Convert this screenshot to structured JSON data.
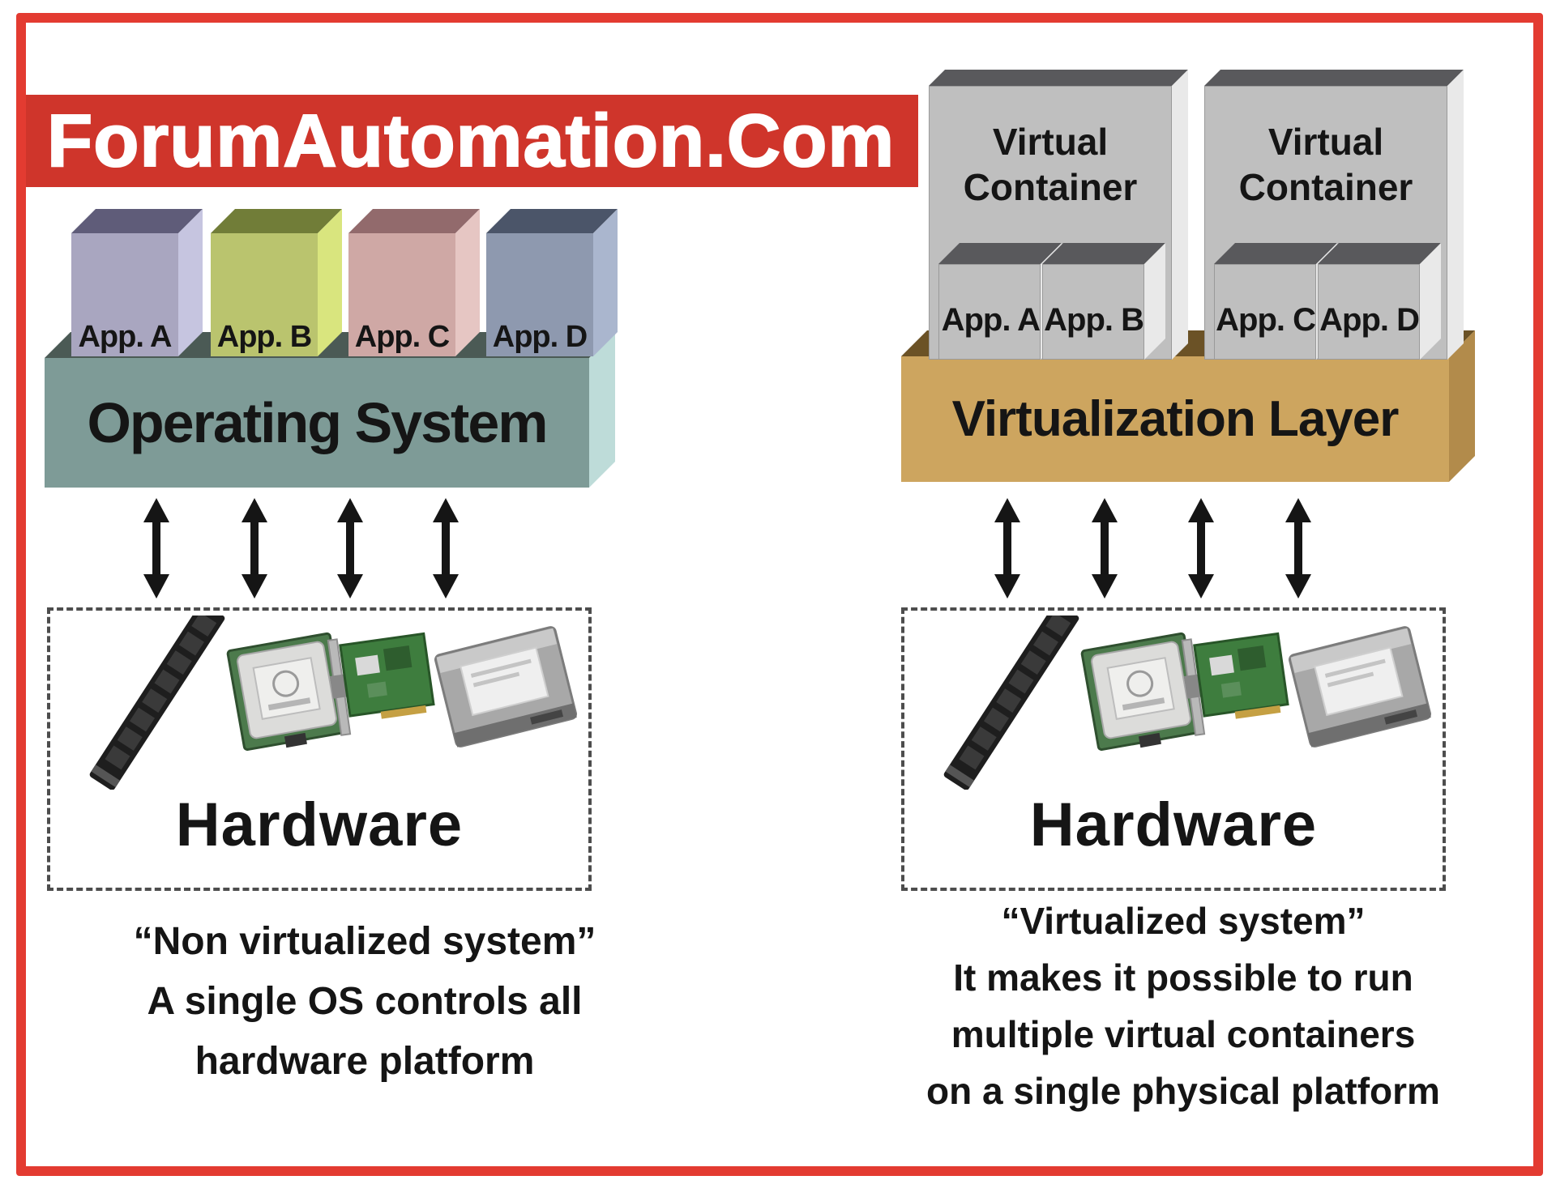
{
  "banner": {
    "title": "ForumAutomation.Com"
  },
  "colors": {
    "frame_red": "#e33b31",
    "banner_red": "#cf352b",
    "os_front": "#7e9b97",
    "virtualization_layer_front": "#cda55f",
    "virtual_container_front": "#bfbfbf",
    "app_a": "#a9a6c0",
    "app_b": "#bac46e",
    "app_c": "#cfa8a5",
    "app_d": "#8e99af",
    "arrow": "#151515"
  },
  "left": {
    "apps": [
      {
        "label": "App. A",
        "color": "#a9a6c0"
      },
      {
        "label": "App. B",
        "color": "#bac46e"
      },
      {
        "label": "App. C",
        "color": "#cfa8a5"
      },
      {
        "label": "App. D",
        "color": "#8e99af"
      }
    ],
    "os_label": "Operating System",
    "hardware_label": "Hardware",
    "caption_lines": [
      "“Non virtualized system”",
      "A single OS controls all",
      "hardware platform"
    ]
  },
  "right": {
    "containers": [
      {
        "title_lines": [
          "Virtual",
          "Container"
        ],
        "apps": [
          {
            "label": "App. A"
          },
          {
            "label": "App. B"
          }
        ]
      },
      {
        "title_lines": [
          "Virtual",
          "Container"
        ],
        "apps": [
          {
            "label": "App. C"
          },
          {
            "label": "App. D"
          }
        ]
      }
    ],
    "layer_label": "Virtualization Layer",
    "hardware_label": "Hardware",
    "caption_lines": [
      "“Virtualized system”",
      "It makes it possible to run",
      "multiple virtual containers",
      "on a single physical platform"
    ]
  },
  "hardware_icons": [
    "ram-icon",
    "cpu-icon",
    "network-card-icon",
    "hard-drive-icon"
  ]
}
